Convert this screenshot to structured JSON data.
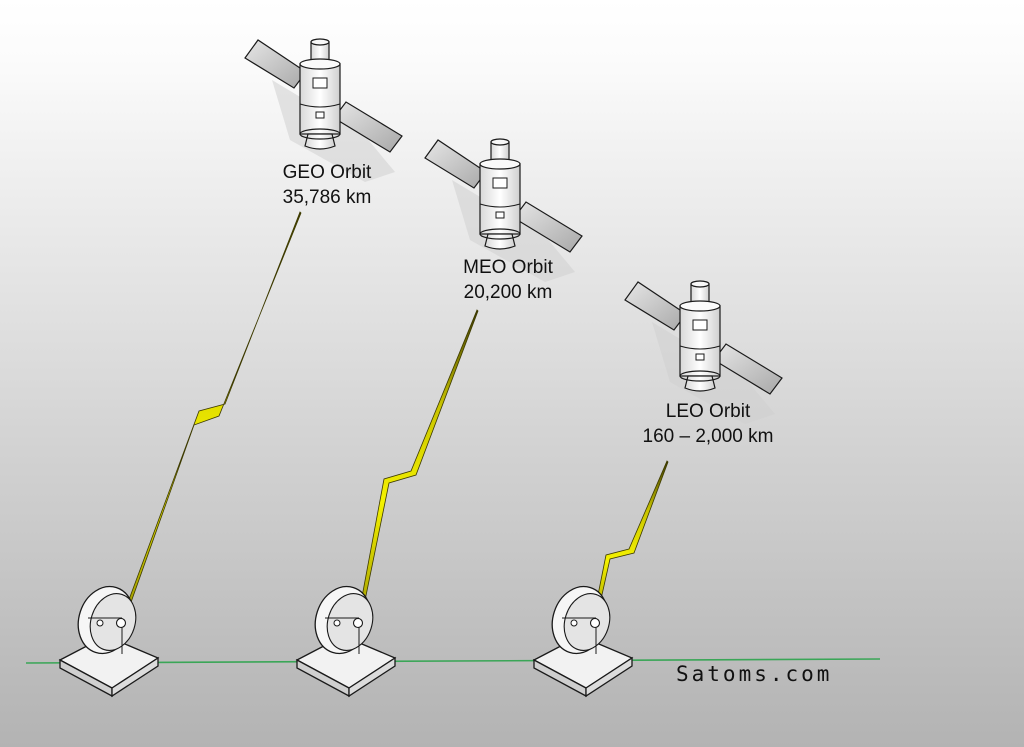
{
  "orbits": {
    "geo": {
      "name": "GEO Orbit",
      "altitude": "35,786 km"
    },
    "meo": {
      "name": "MEO Orbit",
      "altitude": "20,200 km"
    },
    "leo": {
      "name": "LEO Orbit",
      "altitude": "160 – 2,000 km"
    }
  },
  "watermark": "Satoms.com",
  "colors": {
    "background_top": "#ffffff",
    "background_bottom": "#b5b5b5",
    "ground_line": "#3aa657",
    "lightning": "#f2f000",
    "lightning_dark": "#3d3a00",
    "equipment_fill": "#f4f4f4",
    "outline": "#1a1a1a"
  },
  "icons": [
    "satellite-icon",
    "satellite-dish-icon",
    "lightning-bolt-icon"
  ]
}
